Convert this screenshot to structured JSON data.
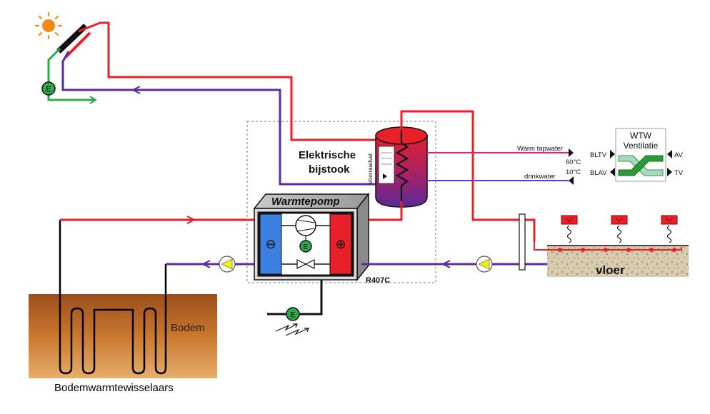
{
  "labels": {
    "elektrische": "Elektrische",
    "bijstook": "bijstook",
    "warmtepomp": "Warmtepomp",
    "voorraadvat": "Voorraadvat",
    "r407c": "R407C",
    "warm_tapwater": "Warm tapwater",
    "temp_60": "60°C",
    "drinkwater": "drinkwater",
    "temp_10": "10°C",
    "wtw_line1": "WTW",
    "wtw_line2": "Ventilatie",
    "bltv": "BLTV",
    "blav": "BLAV",
    "av": "AV",
    "tv": "TV",
    "vloer": "vloer",
    "bodem": "Bodem",
    "bodemwarmtewisselaars": "Bodemwarmtewisselaars",
    "meter_e": "E",
    "minus": "⊖",
    "plus": "⊕"
  },
  "colors": {
    "hot": "#e8202a",
    "cold": "#5b2a9c",
    "solar_green": "#2ea84a",
    "evaporator": "#3b7fe0",
    "condenser": "#e8202a",
    "soil_top": "#9b4e1b",
    "soil_bottom": "#e3a864",
    "pump_yellow": "#f5f000",
    "wtw_green": "#2c9a36"
  }
}
